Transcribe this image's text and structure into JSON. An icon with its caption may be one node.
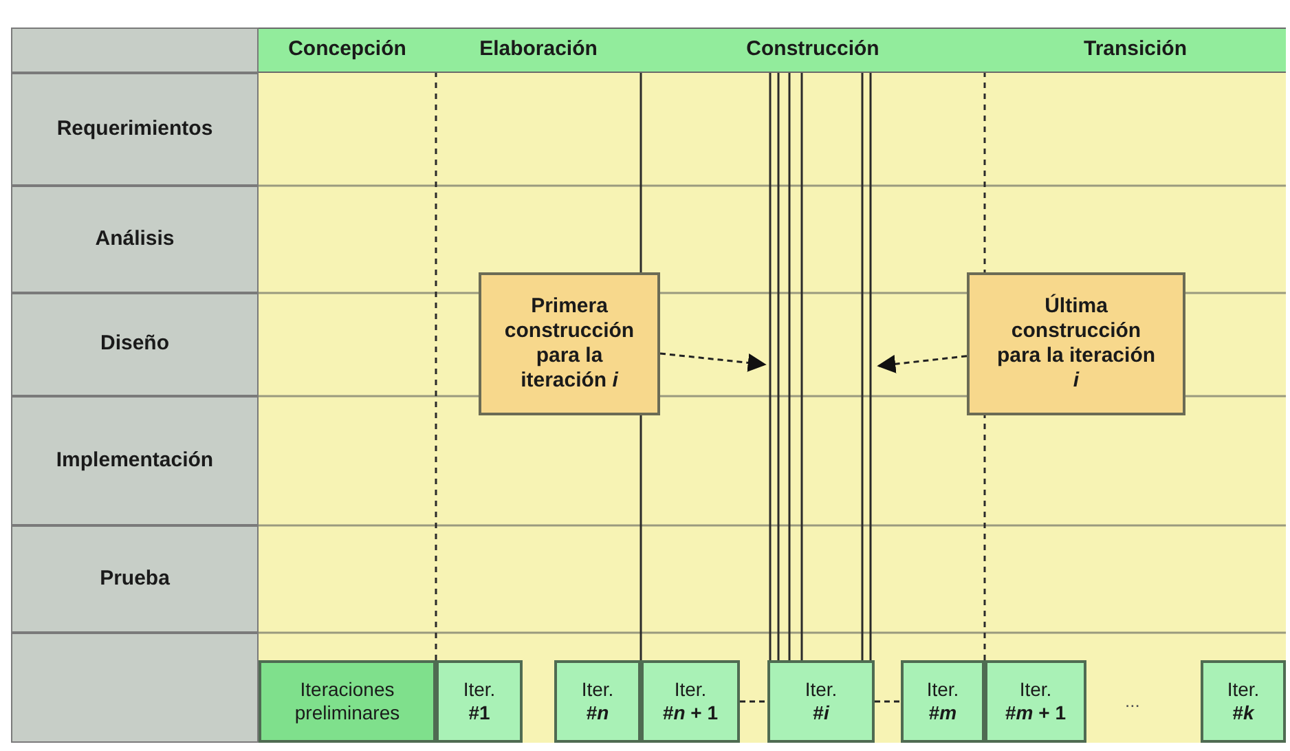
{
  "diagram": {
    "nodes": [
      {
        "text": [
          "Concepción"
        ]
      },
      {
        "text": [
          "Elaboración"
        ]
      },
      {
        "text": [
          "Construcción"
        ]
      },
      {
        "text": [
          "Transición"
        ]
      },
      {
        "text": [
          "Requerimientos"
        ]
      },
      {
        "text": [
          "Análisis"
        ]
      },
      {
        "text": [
          "Diseño"
        ]
      },
      {
        "text": [
          "Implementación"
        ]
      },
      {
        "text": [
          "Prueba"
        ]
      },
      {
        "text": [
          "Primera construcción para la iteración *i*"
        ]
      },
      {
        "text": [
          "Última construcción para la iteración *i*"
        ]
      },
      {
        "text": [
          "Iteraciones preliminares"
        ]
      },
      {
        "text": [
          "Iter.",
          "#1"
        ]
      },
      {
        "text": [
          "Iter.",
          "#*n*"
        ]
      },
      {
        "text": [
          "Iter.",
          "#*n* + 1"
        ]
      },
      {
        "text": [
          "Iter.",
          "#*i*"
        ]
      },
      {
        "text": [
          "Iter.",
          "#*m*"
        ]
      },
      {
        "text": [
          "Iter.",
          "#*m* + 1"
        ]
      },
      {
        "text": [
          "Iter.",
          "#*k*"
        ]
      }
    ],
    "edges": [
      {
        "from": 9,
        "to": null,
        "arrow": "to",
        "style": "dashed"
      },
      {
        "from": 10,
        "to": null,
        "arrow": "to",
        "style": "dashed"
      },
      {
        "from": 14,
        "to": 15,
        "arrow": "none",
        "style": "dashed"
      },
      {
        "from": 15,
        "to": 16,
        "arrow": "none",
        "style": "dashed"
      }
    ],
    "labels": [
      "..."
    ]
  }
}
